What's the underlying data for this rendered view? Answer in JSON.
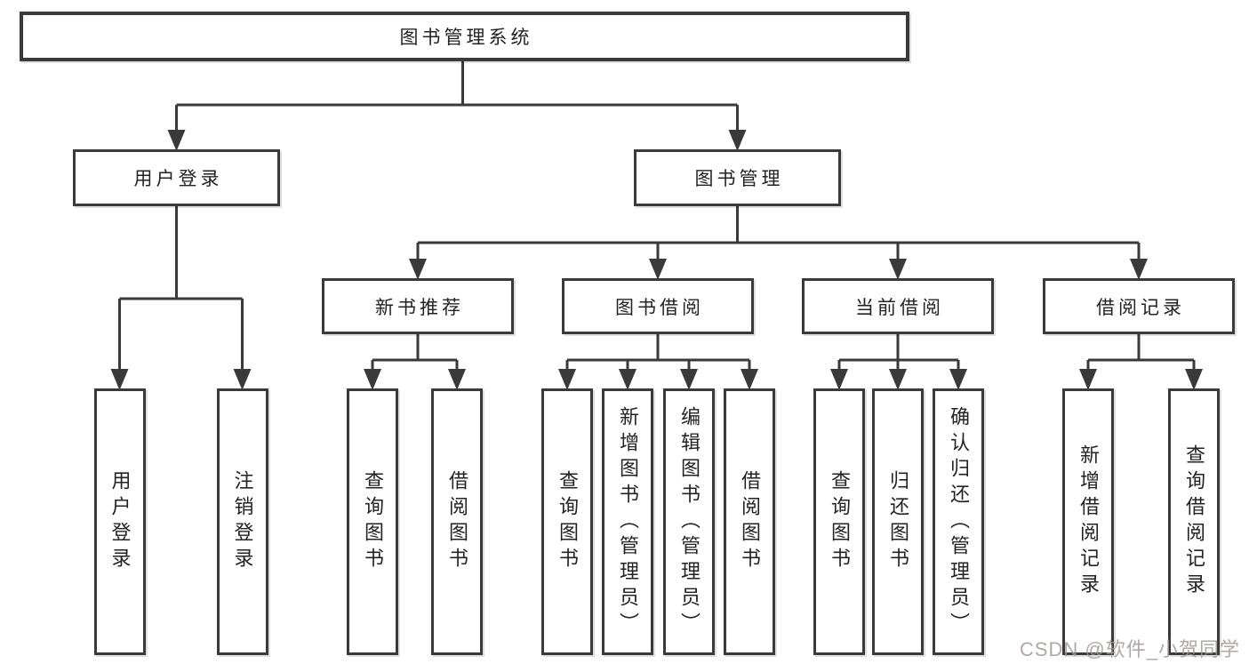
{
  "tree": {
    "label": "图书管理系统",
    "children": [
      {
        "label": "用户登录",
        "children": [
          {
            "label": "用户登录"
          },
          {
            "label": "注销登录"
          }
        ]
      },
      {
        "label": "图书管理",
        "children": [
          {
            "label": "新书推荐",
            "children": [
              {
                "label": "查询图书"
              },
              {
                "label": "借阅图书"
              }
            ]
          },
          {
            "label": "图书借阅",
            "children": [
              {
                "label": "查询图书"
              },
              {
                "label": "新增图书（管理员）"
              },
              {
                "label": "编辑图书（管理员）"
              },
              {
                "label": "借阅图书"
              }
            ]
          },
          {
            "label": "当前借阅",
            "children": [
              {
                "label": "查询图书"
              },
              {
                "label": "归还图书"
              },
              {
                "label": "确认归还（管理员）"
              }
            ]
          },
          {
            "label": "借阅记录",
            "children": [
              {
                "label": "新增借阅记录"
              },
              {
                "label": "查询借阅记录"
              }
            ]
          }
        ]
      }
    ]
  },
  "watermark": {
    "text": "CSDN @软件_小贺同学"
  },
  "colors": {
    "line": "#3a3a3a",
    "text": "#232323",
    "background": "#ffffff",
    "watermark": "#a49898"
  }
}
